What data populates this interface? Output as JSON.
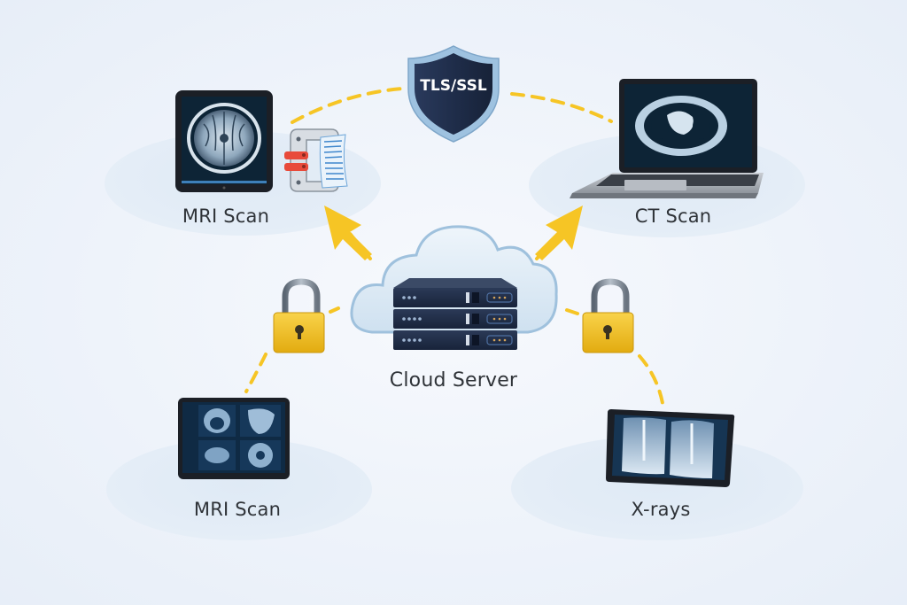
{
  "diagram": {
    "title": "Secure cloud medical imaging network",
    "center": {
      "label": "Cloud Server",
      "icon": "cloud-server-icon"
    },
    "security_badge": {
      "text": "TLS/SSL",
      "icon": "shield-icon"
    },
    "nodes": [
      {
        "id": "mri-top",
        "label": "MRI Scan",
        "device": "tablet",
        "image": "brain-mri",
        "extra_icon": "encrypted-document-clamp-icon",
        "link": "outgoing-from-server",
        "secured_by": "TLS/SSL"
      },
      {
        "id": "ct",
        "label": "CT Scan",
        "device": "laptop",
        "image": "chest-ct",
        "link": "outgoing-from-server",
        "secured_by": "TLS/SSL"
      },
      {
        "id": "mri-bottom",
        "label": "MRI Scan",
        "device": "tablet",
        "image": "multi-panel-mri",
        "link": "locked-connection",
        "secured_by": "padlock"
      },
      {
        "id": "xray",
        "label": "X-rays",
        "device": "tablet",
        "image": "spine-xray",
        "link": "locked-connection",
        "secured_by": "padlock"
      }
    ],
    "colors": {
      "accent_yellow": "#f6c525",
      "shield_dark": "#1f2d4a",
      "shield_rim": "#8fb6d8",
      "lock_body": "#f2c01e",
      "server": "#1f2b44",
      "label_text": "#2f3338",
      "cloud_fill": "#d9e8f4",
      "cloud_stroke": "#9fc1dd"
    }
  }
}
